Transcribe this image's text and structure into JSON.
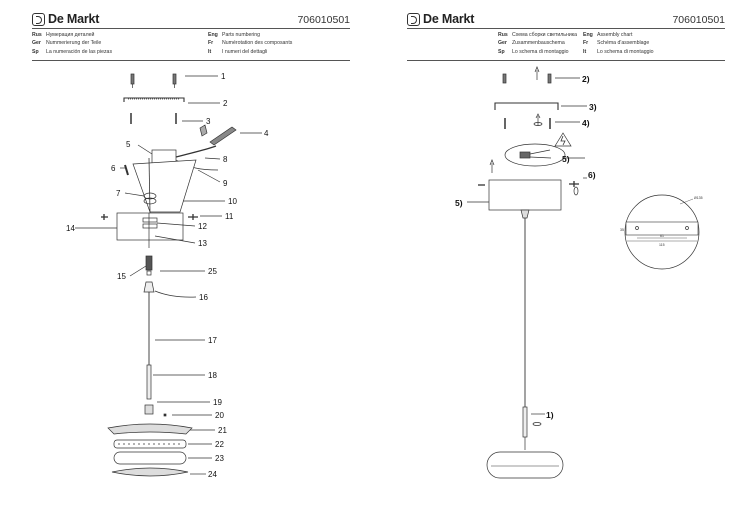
{
  "brand": {
    "name": "De Markt"
  },
  "left_page": {
    "doc_number": "706010501",
    "header": {
      "col1": [
        {
          "code": "Rus",
          "text": "Нумерация деталей"
        },
        {
          "code": "Ger",
          "text": "Nummerierung der Teile"
        },
        {
          "code": "Sp",
          "text": "La numeración de las piezas"
        }
      ],
      "col2": [
        {
          "code": "Eng",
          "text": "Parts numbering"
        },
        {
          "code": "Fr",
          "text": "Numérotation des composants"
        },
        {
          "code": "It",
          "text": "I numeri del dettagli"
        }
      ]
    },
    "part_labels": [
      "1",
      "2",
      "3",
      "4",
      "5",
      "6",
      "7",
      "8",
      "9",
      "10",
      "11",
      "12",
      "13",
      "14",
      "15",
      "16",
      "17",
      "18",
      "19",
      "20",
      "21",
      "22",
      "23",
      "24",
      "25"
    ]
  },
  "right_page": {
    "doc_number": "706010501",
    "header": {
      "col1": [
        {
          "code": "Rus",
          "text": "Схема сборки светильника"
        },
        {
          "code": "Ger",
          "text": "Zusammenbauschema"
        },
        {
          "code": "Sp",
          "text": "Lo schema di montaggio"
        }
      ],
      "col2": [
        {
          "code": "Eng",
          "text": "Assembly chart"
        },
        {
          "code": "Fr",
          "text": "Schéma d'assemblage"
        },
        {
          "code": "It",
          "text": "Lo schema di montaggio"
        }
      ]
    },
    "step_labels": [
      "2)",
      "3)",
      "4)",
      "5)",
      "6)",
      "5)",
      "1)"
    ],
    "dimensions": {
      "diameter": "Ø135",
      "span_inner": "61",
      "span_outer": "115",
      "height": "35"
    }
  }
}
